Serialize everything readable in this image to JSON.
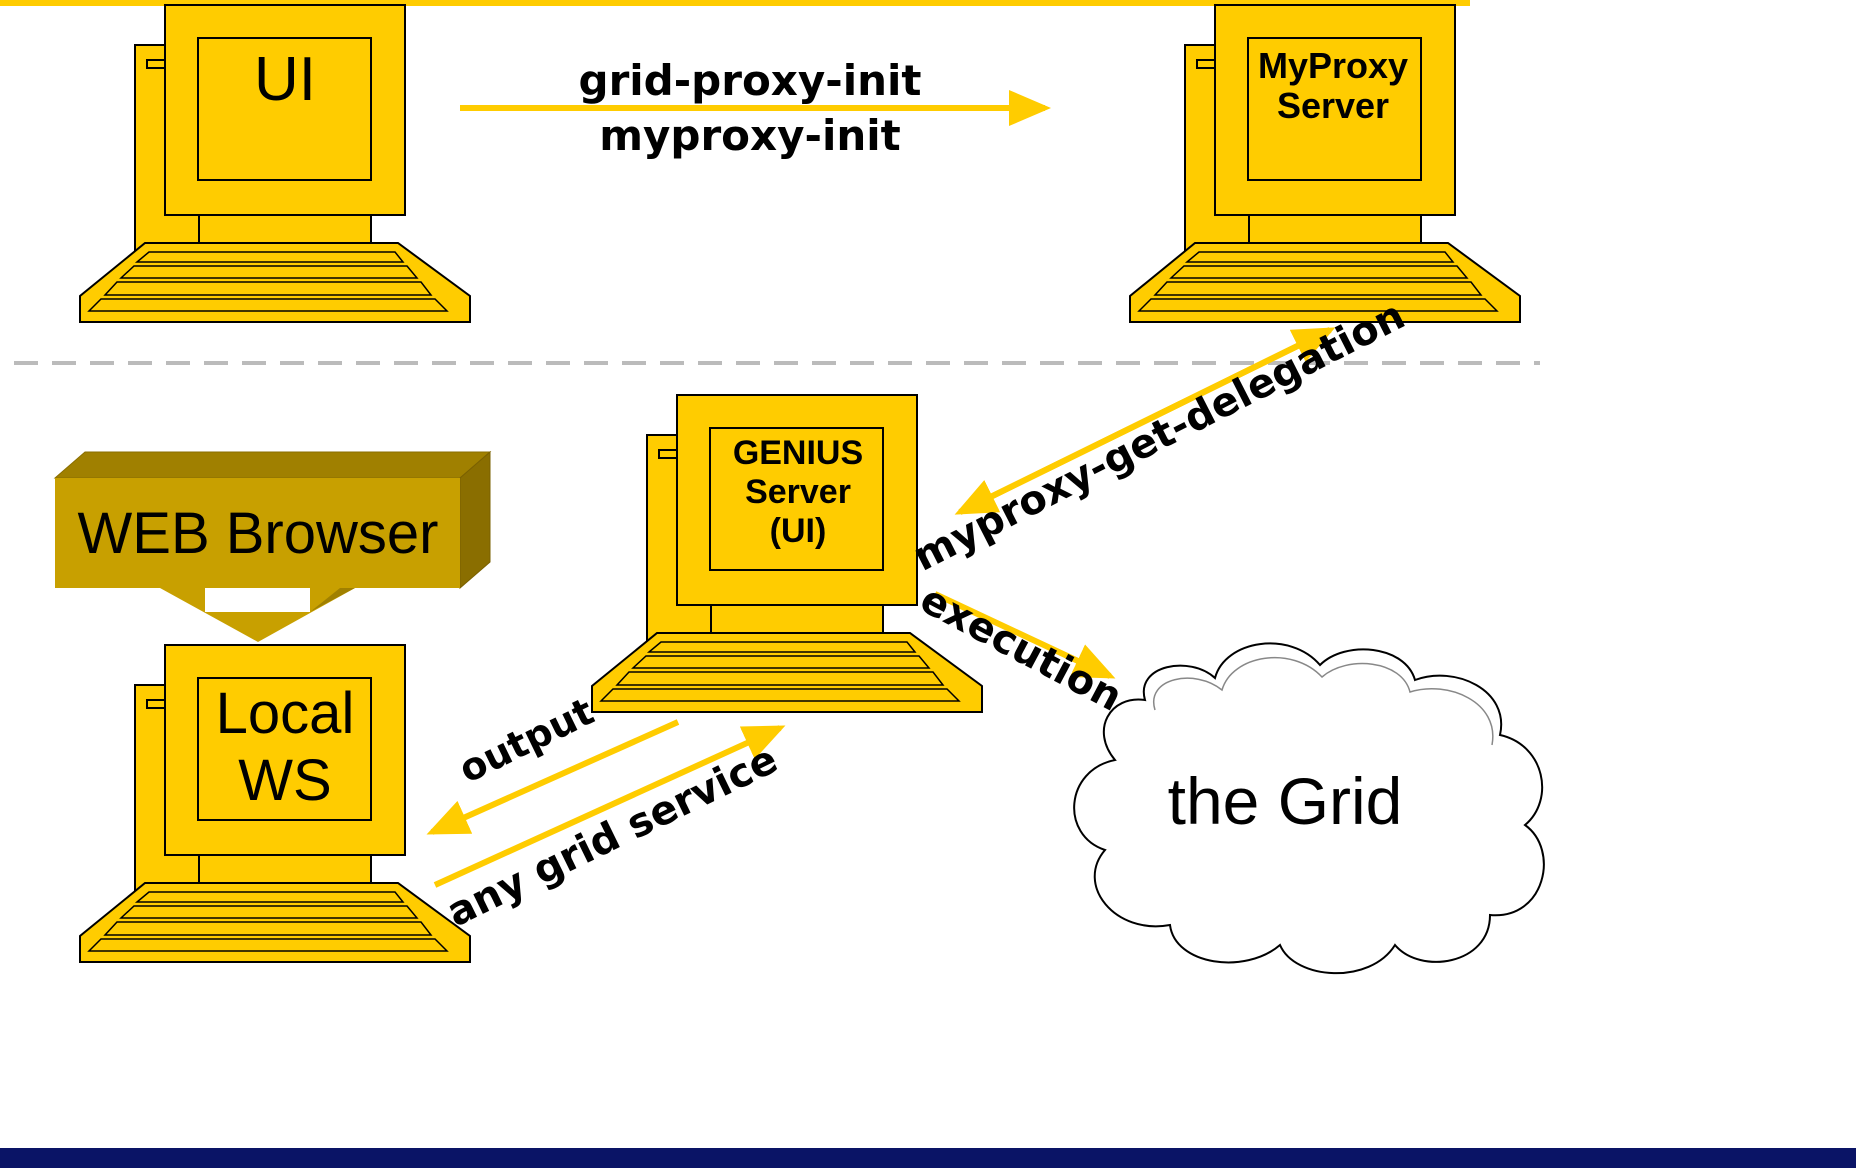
{
  "colors": {
    "accent_yellow": "#FFCC00",
    "outline": "#000000",
    "browser_face": "#C8A000",
    "browser_dark": "#A08000",
    "footer_navy": "#0A1466",
    "divider_gray": "#BBBBBB",
    "cloud_fill": "#FFFFFF"
  },
  "nodes": {
    "ui": {
      "label": "UI"
    },
    "myproxy": {
      "line1": "MyProxy",
      "line2": "Server"
    },
    "genius": {
      "line1": "GENIUS",
      "line2": "Server",
      "line3": "(UI)"
    },
    "local_ws": {
      "line1": "Local",
      "line2": "WS"
    },
    "browser": {
      "label": "WEB Browser"
    },
    "grid": {
      "label": "the Grid"
    }
  },
  "edges": {
    "grid_proxy_init": "grid-proxy-init",
    "myproxy_init": "myproxy-init",
    "myproxy_get_delegation": "myproxy-get-delegation",
    "execution": "execution",
    "output": "output",
    "any_grid_service": "any grid service"
  }
}
